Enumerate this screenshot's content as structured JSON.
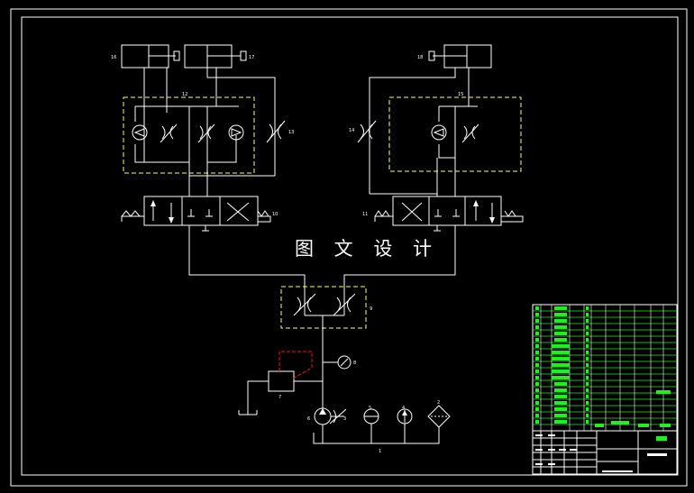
{
  "watermark": "图 文 设 计",
  "part_labels": {
    "p1": "1",
    "p2": "2",
    "p3": "3",
    "p4": "4",
    "p5": "5",
    "p6": "6",
    "p7": "7",
    "p8": "8",
    "p9": "9",
    "p10": "10",
    "p11": "11",
    "p12": "12",
    "p13": "13",
    "p14": "14",
    "p15": "15",
    "p16": "16",
    "p17": "17",
    "p18": "18"
  },
  "colors": {
    "background": "#000000",
    "lines": "#ffffff",
    "subassembly_boundary": "#ffff66",
    "tank_boundary": "#e02020",
    "title_block_fill": "#22ee22"
  }
}
